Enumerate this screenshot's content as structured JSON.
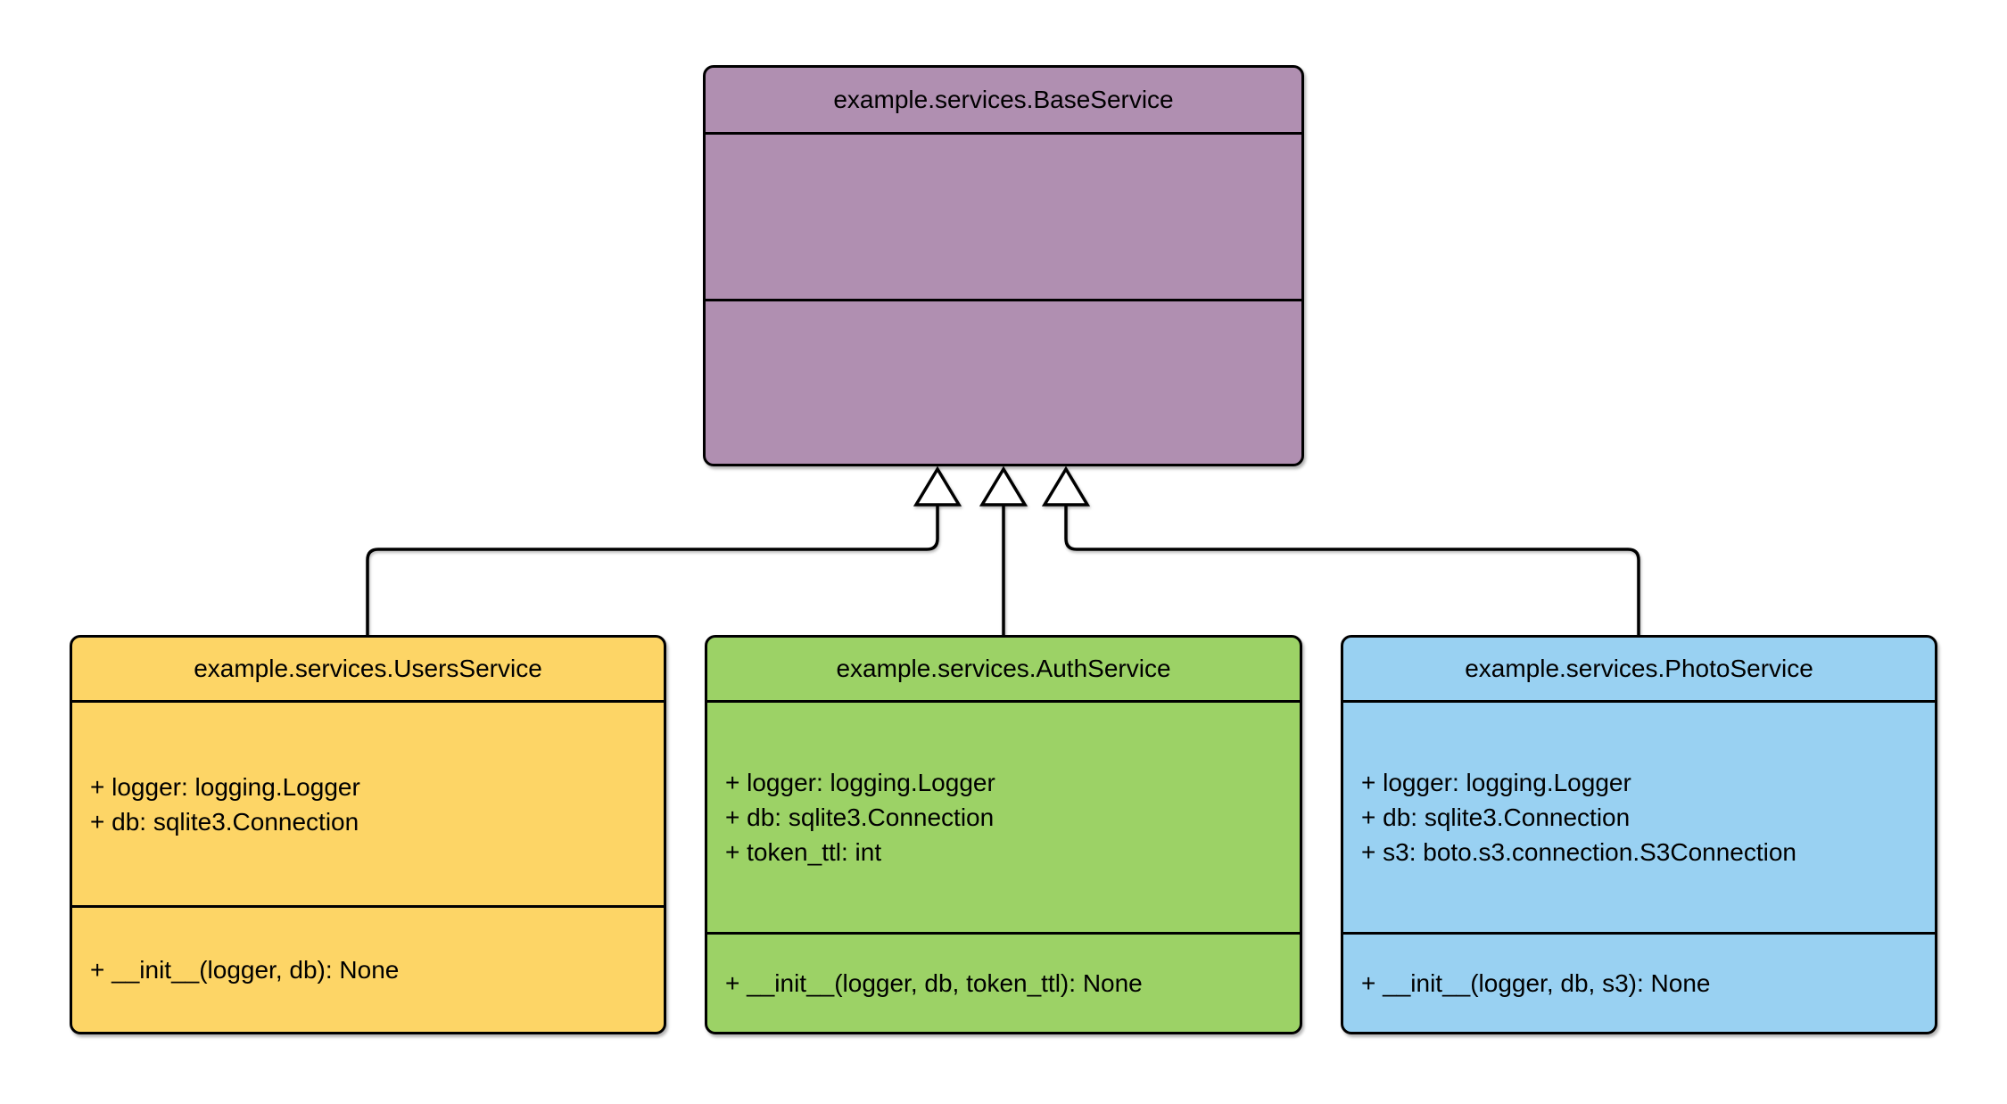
{
  "diagram": {
    "type": "uml-class-diagram",
    "background_color": "#ffffff",
    "line_color": "#000000",
    "classes": [
      {
        "id": "base-service",
        "title": "example.services.BaseService",
        "fill_color": "#b08fb1",
        "attributes": [],
        "methods": []
      },
      {
        "id": "users-service",
        "title": "example.services.UsersService",
        "fill_color": "#fdd566",
        "attributes": [
          "+ logger: logging.Logger",
          "+ db: sqlite3.Connection"
        ],
        "methods": [
          "+ __init__(logger, db): None"
        ]
      },
      {
        "id": "auth-service",
        "title": "example.services.AuthService",
        "fill_color": "#9cd266",
        "attributes": [
          "+ logger: logging.Logger",
          "+ db: sqlite3.Connection",
          "+ token_ttl: int"
        ],
        "methods": [
          "+ __init__(logger, db, token_ttl): None"
        ]
      },
      {
        "id": "photo-service",
        "title": "example.services.PhotoService",
        "fill_color": "#99d1f2",
        "attributes": [
          "+ logger: logging.Logger",
          "+ db: sqlite3.Connection",
          "+ s3: boto.s3.connection.S3Connection"
        ],
        "methods": [
          "+ __init__(logger, db, s3): None"
        ]
      }
    ],
    "relationships": [
      {
        "type": "inheritance",
        "from": "example.services.UsersService",
        "to": "example.services.BaseService"
      },
      {
        "type": "inheritance",
        "from": "example.services.AuthService",
        "to": "example.services.BaseService"
      },
      {
        "type": "inheritance",
        "from": "example.services.PhotoService",
        "to": "example.services.BaseService"
      }
    ]
  }
}
